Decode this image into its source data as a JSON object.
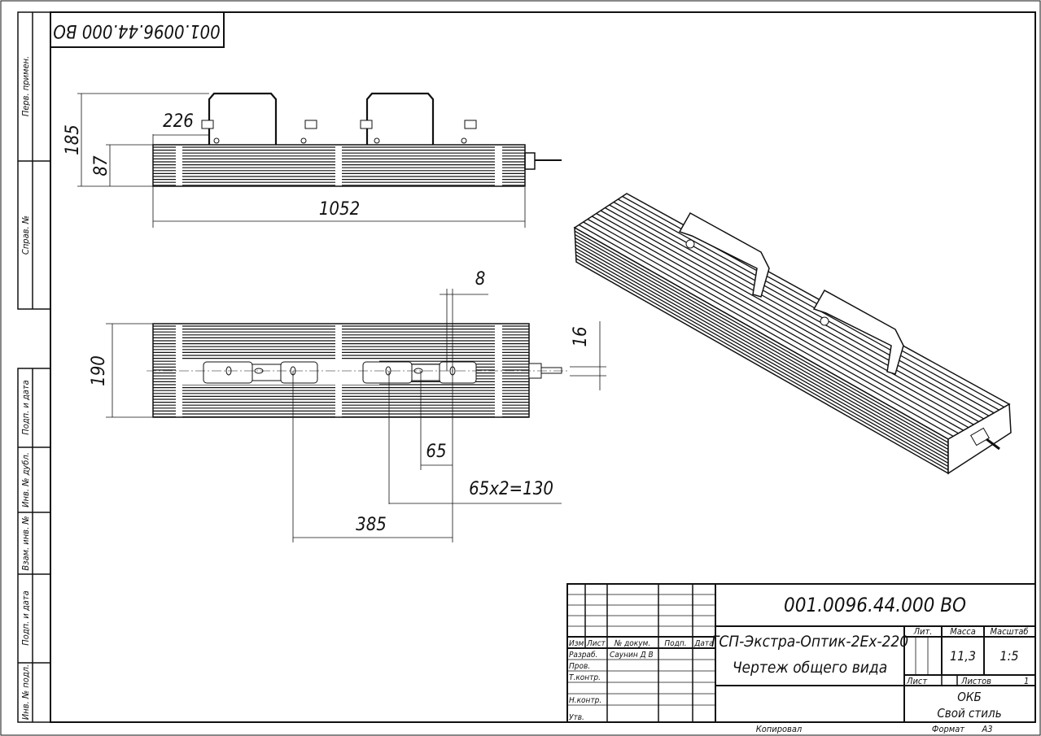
{
  "drawing_number": "001.0096.44.000 ВО",
  "side_columns": {
    "upper": [
      "Перв. примен.",
      "Справ. №"
    ],
    "lower": [
      "Подп. и дата",
      "Инв. № дубл.",
      "Взам. инв. №",
      "Подп. и дата",
      "Инв. № подл."
    ]
  },
  "dimensions": {
    "side_view": {
      "height_total": "185",
      "height_body": "87",
      "bracket_offset": "226",
      "length": "1052"
    },
    "top_view": {
      "width": "190",
      "slot_width": "8",
      "cable_offset": "16",
      "step": "65",
      "step_total": "65х2=130",
      "bracket_spacing": "385"
    }
  },
  "title_block": {
    "code": "001.0096.44.000 ВО",
    "product_name": "ГСП-Экстра-Оптик-2Ех-220",
    "document_name": "Чертеж общего вида",
    "headers": {
      "izm": "Изм",
      "list": "Лист",
      "doc_no": "№ докум.",
      "sign": "Подп.",
      "date": "Дата"
    },
    "roles": [
      "Разраб.",
      "Пров.",
      "Т.контр.",
      "",
      "Н.контр.",
      "Утв."
    ],
    "developer": "Саунин Д В",
    "lit_label": "Лит.",
    "mass_label": "Масса",
    "scale_label": "Масштаб",
    "mass": "11,3",
    "scale": "1:5",
    "sheet_label": "Лист",
    "sheets_label": "Листов",
    "sheets": "1",
    "org_line1": "ОКБ",
    "org_line2": "Свой стиль",
    "copied_label": "Копировал",
    "format_label": "Формат",
    "format": "А3"
  }
}
